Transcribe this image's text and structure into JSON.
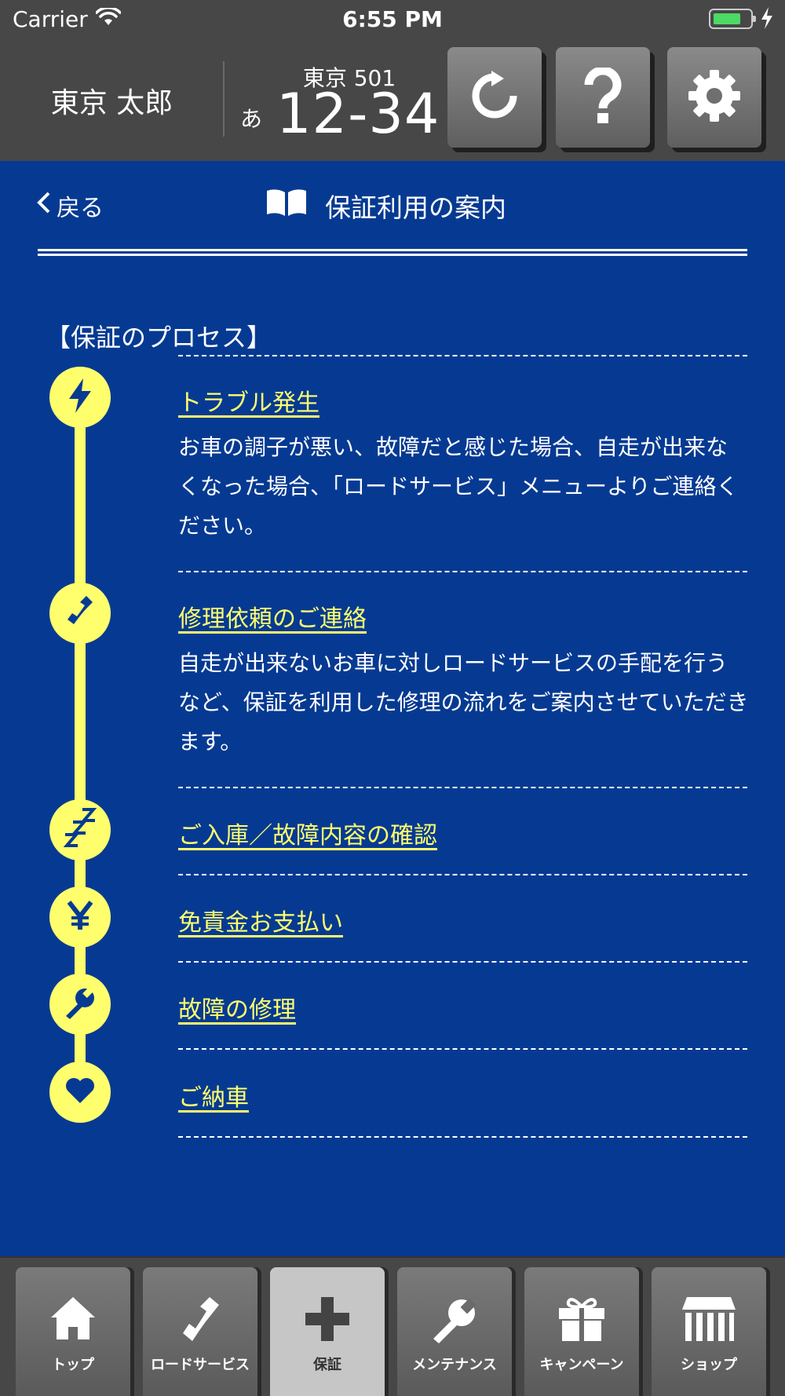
{
  "status_bar": {
    "carrier": "Carrier",
    "time": "6:55 PM"
  },
  "header": {
    "user_name": "東京 太郎",
    "plate_region": "東京 501",
    "plate_kana": "あ",
    "plate_number": "12-34",
    "buttons": [
      "refresh-icon",
      "help-icon",
      "settings-icon"
    ]
  },
  "nav": {
    "back_label": "戻る",
    "title": "保証利用の案内"
  },
  "section": {
    "heading": "【保証のプロセス】"
  },
  "steps": [
    {
      "icon": "lightning-icon",
      "title": "トラブル発生",
      "description": "お車の調子が悪い、故障だと感じた場合、自走が出来なくなった場合、「ロードサービス」メニューよりご連絡ください。"
    },
    {
      "icon": "phone-icon",
      "title": "修理依頼のご連絡",
      "description": "自走が出来ないお車に対しロードサービスの手配を行うなど、保証を利用した修理の流れをご案内させていただきます。"
    },
    {
      "icon": "sleep-icon",
      "title": "ご入庫／故障内容の確認"
    },
    {
      "icon": "yen-icon",
      "title": "免責金お支払い"
    },
    {
      "icon": "wrench-icon",
      "title": "故障の修理"
    },
    {
      "icon": "heart-icon",
      "title": "ご納車"
    }
  ],
  "tabs": [
    {
      "icon": "home-icon",
      "label": "トップ"
    },
    {
      "icon": "phone-icon",
      "label": "ロードサービス"
    },
    {
      "icon": "plus-icon",
      "label": "保証",
      "active": true
    },
    {
      "icon": "wrench-icon",
      "label": "メンテナンス"
    },
    {
      "icon": "gift-icon",
      "label": "キャンペーン"
    },
    {
      "icon": "shop-icon",
      "label": "ショップ"
    }
  ],
  "colors": {
    "background": "#063a92",
    "header": "#474747",
    "accent": "#ffff6e",
    "tab_active": "#c6c6c6"
  }
}
